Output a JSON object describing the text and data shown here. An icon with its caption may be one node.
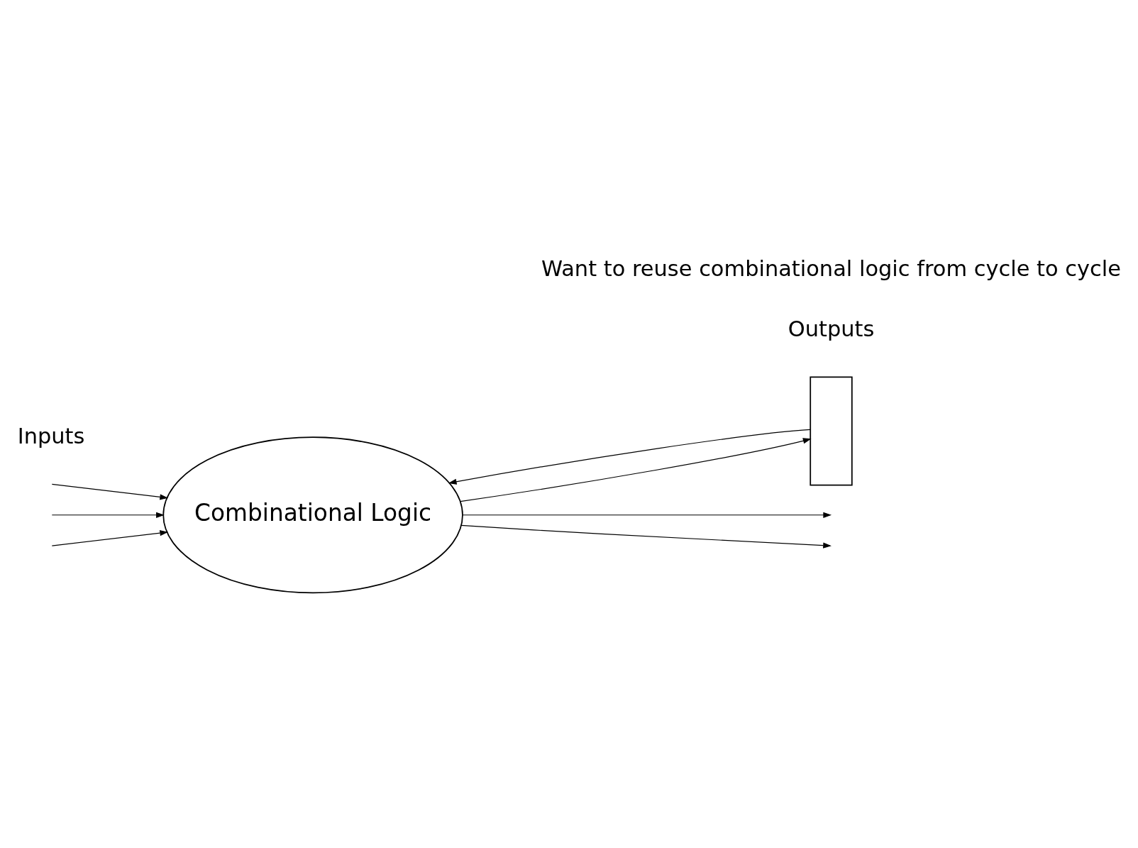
{
  "diagram": {
    "nodes": [
      {
        "text": [
          "Combinational Logic"
        ]
      },
      {
        "text": [],
        "shape": "box"
      }
    ],
    "edges": [
      {
        "from": 0,
        "to": null,
        "arrow": "to"
      },
      {
        "from": 0,
        "to": null,
        "arrow": "to"
      },
      {
        "from": null,
        "to": 0,
        "arrow": "to"
      },
      {
        "from": null,
        "to": 0,
        "arrow": "to"
      },
      {
        "from": null,
        "to": 0,
        "arrow": "to"
      },
      {
        "from": 0,
        "to": 1,
        "arrow": "to"
      },
      {
        "from": 1,
        "to": 0,
        "arrow": "to"
      }
    ],
    "labels": [
      "Inputs",
      "Outputs",
      "Want to reuse combinational logic from cycle to cycle"
    ]
  }
}
